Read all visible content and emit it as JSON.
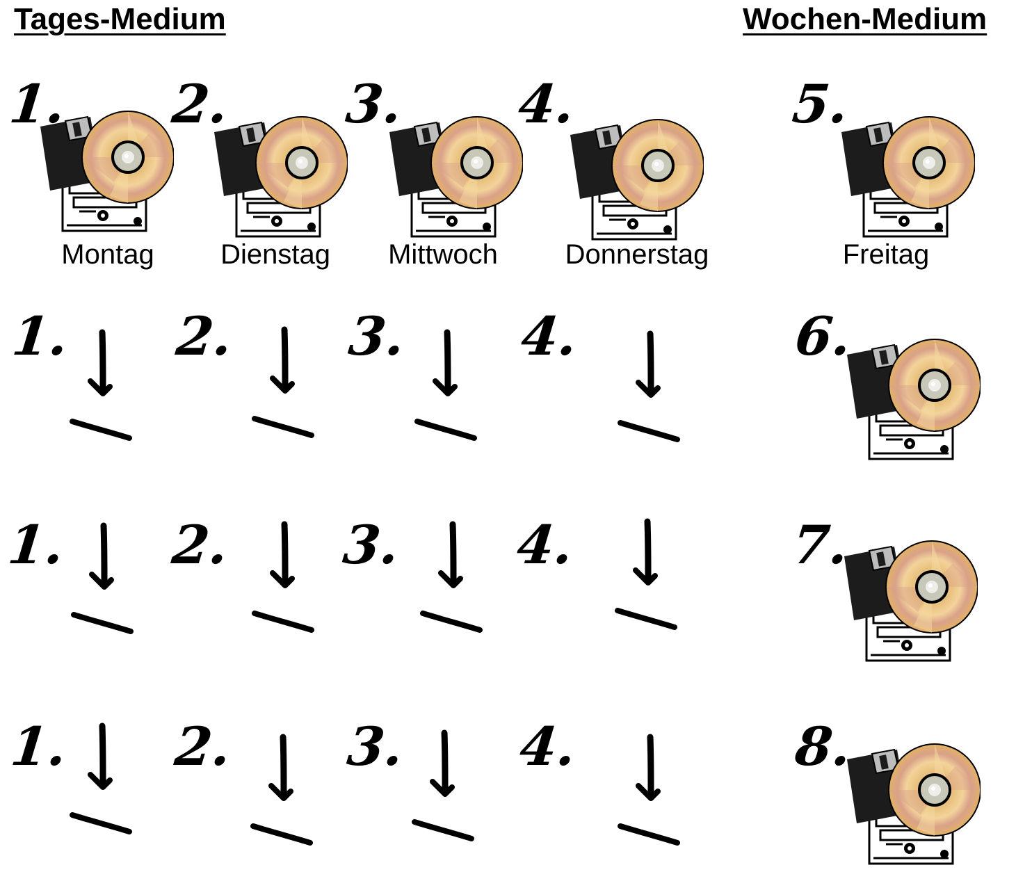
{
  "headings": {
    "daily": "Tages-Medium",
    "weekly": "Wochen-Medium"
  },
  "week1": {
    "numbers": [
      "1.",
      "2.",
      "3.",
      "4."
    ],
    "days": [
      "Montag",
      "Dienstag",
      "Mittwoch",
      "Donnerstag"
    ],
    "weekly_number": "5.",
    "weekly_day": "Freitag"
  },
  "rotation_rows": [
    {
      "numbers": [
        "1.",
        "2.",
        "3.",
        "4."
      ],
      "weekly_number": "6."
    },
    {
      "numbers": [
        "1.",
        "2.",
        "3.",
        "4."
      ],
      "weekly_number": "7."
    },
    {
      "numbers": [
        "1.",
        "2.",
        "3.",
        "4."
      ],
      "weekly_number": "8."
    }
  ],
  "icons": {
    "media": "backup-media-icon",
    "reuse_arrow": "down-arrow-icon",
    "reuse_line": "slash-line-icon"
  },
  "colors": {
    "disc_gold": "#e3b266",
    "disc_highlight": "#f6d9a0",
    "disc_rose": "#d9a189",
    "floppy": "#1c1c1c",
    "ink": "#000000"
  }
}
